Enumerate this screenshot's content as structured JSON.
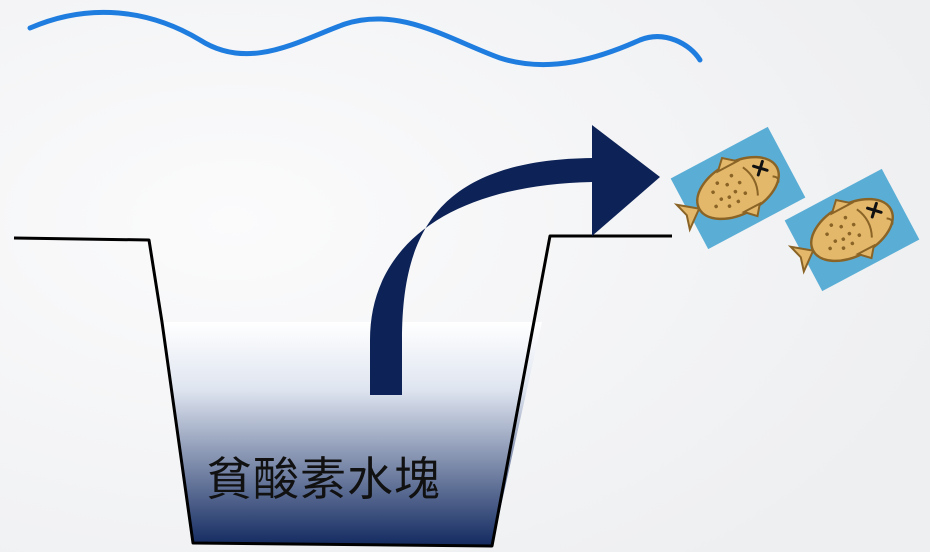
{
  "pit_label": "貧酸素水塊",
  "icons": {
    "surface_wave": "wave-line",
    "arrow": "curved-arrow-up-right",
    "fish": "dead-fish-icon"
  },
  "colors": {
    "background": "#f7f7f8",
    "wave": "#1f7de0",
    "arrow": "#0d2357",
    "water_top": "#ffffff",
    "water_bottom": "#132a60",
    "ground_line": "#000000",
    "fish_card": "#5aaed6",
    "fish_body": "#e4b86b"
  },
  "fish_count": 2
}
